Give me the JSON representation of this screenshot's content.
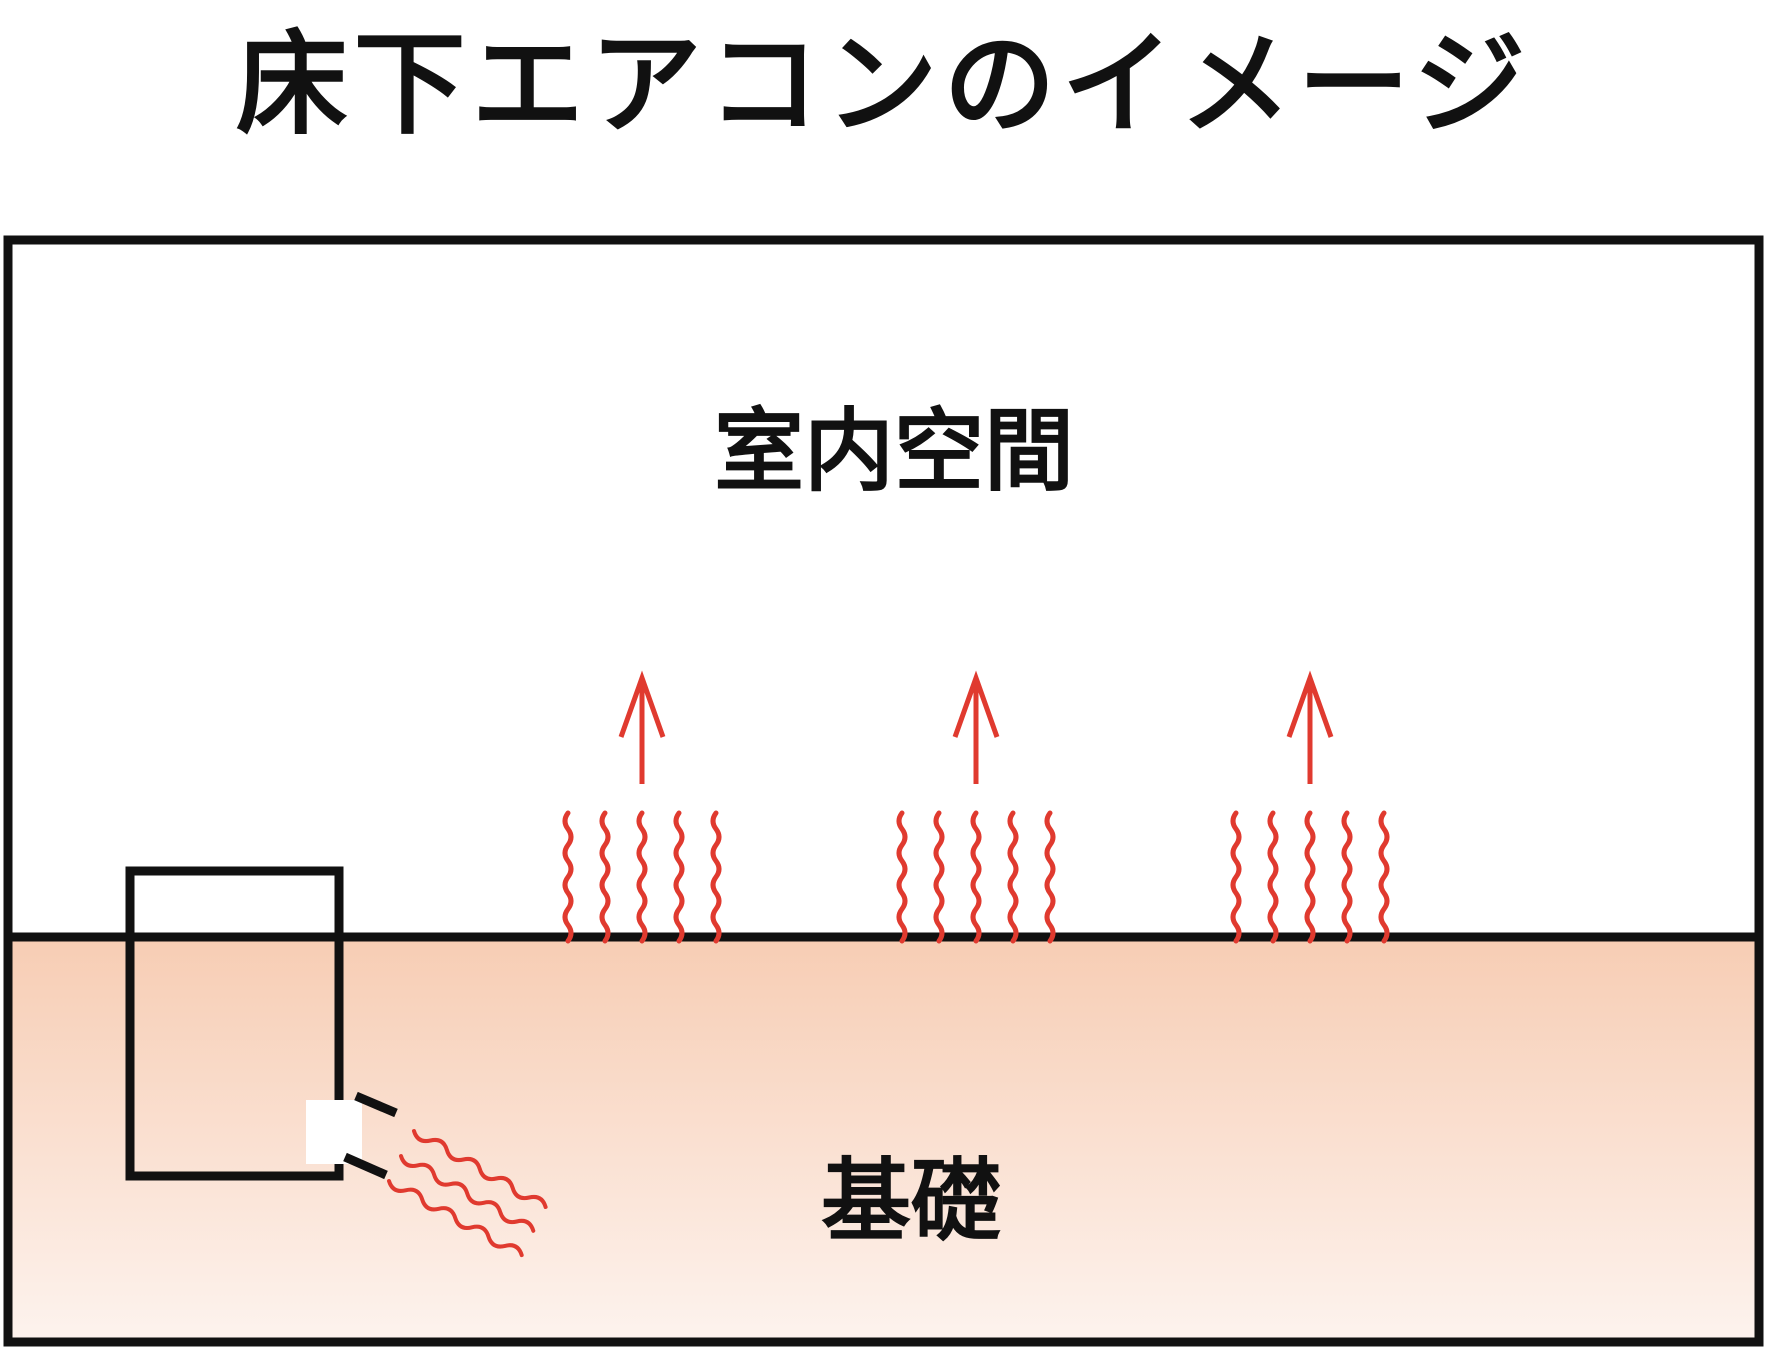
{
  "title": "床下エアコンのイメージ",
  "rooms": {
    "indoor_label": "室内空間",
    "foundation_label": "基礎"
  },
  "colors": {
    "outline": "#111111",
    "heat": "#e03a2f",
    "foundation_top": "#f7cdb4",
    "foundation_bottom": "#fdf3ee"
  },
  "icons": {
    "air_conditioner": "air-conditioner-unit",
    "warm_air": "wavy-heat-lines",
    "rising_heat": "up-arrow"
  }
}
